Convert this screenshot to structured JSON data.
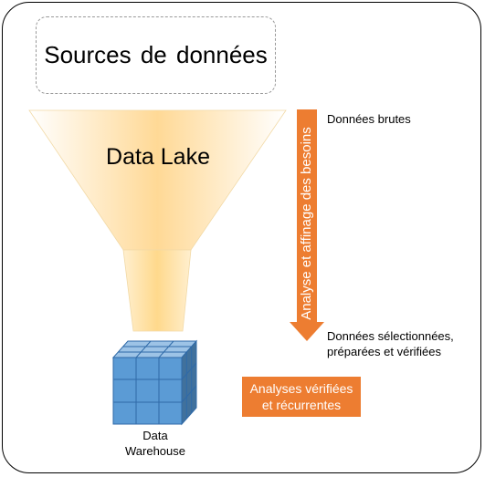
{
  "sources": {
    "label": "Sources de données"
  },
  "lake": {
    "label": "Data Lake"
  },
  "arrow": {
    "label": "Analyse et affinage des besoins",
    "color": "#ED7D31"
  },
  "raw_data": {
    "label": "Données brutes"
  },
  "selected_data": {
    "line1": "Données sélectionnées,",
    "line2": "préparées et vérifiées"
  },
  "analyses": {
    "line1": "Analyses vérifiées",
    "line2": "et récurrentes",
    "color": "#ED7D31"
  },
  "warehouse": {
    "line1": "Data",
    "line2": "Warehouse",
    "color": "#5B9BD5"
  },
  "funnel": {
    "color": "#FFD996"
  }
}
